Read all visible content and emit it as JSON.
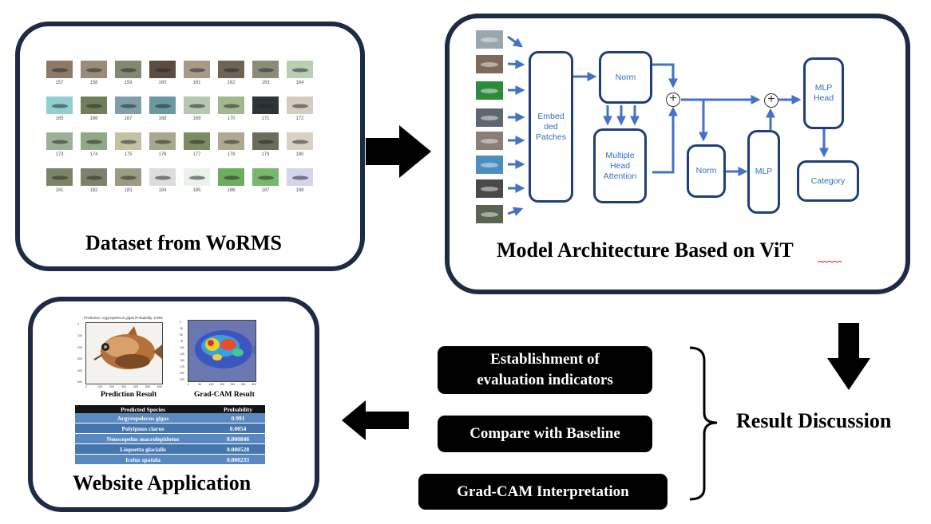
{
  "dataset": {
    "title": "Dataset from WoRMS",
    "images": [
      {
        "label": "157",
        "color": "#8c7a66"
      },
      {
        "label": "158",
        "color": "#9a8c7c"
      },
      {
        "label": "159",
        "color": "#7f8a70"
      },
      {
        "label": "160",
        "color": "#5c4c42"
      },
      {
        "label": "161",
        "color": "#a89a8a"
      },
      {
        "label": "162",
        "color": "#6e6456"
      },
      {
        "label": "163",
        "color": "#8a8c78"
      },
      {
        "label": "164",
        "color": "#b9cfb2"
      },
      {
        "label": "165",
        "color": "#8fcfcf"
      },
      {
        "label": "166",
        "color": "#6f7f5a"
      },
      {
        "label": "167",
        "color": "#7fa0a8"
      },
      {
        "label": "168",
        "color": "#6a9aa0"
      },
      {
        "label": "169",
        "color": "#b4c8b4"
      },
      {
        "label": "170",
        "color": "#a4b890"
      },
      {
        "label": "171",
        "color": "#2e3438"
      },
      {
        "label": "172",
        "color": "#d4ccc0"
      },
      {
        "label": "173",
        "color": "#9cb098"
      },
      {
        "label": "174",
        "color": "#8ea888"
      },
      {
        "label": "175",
        "color": "#c4c0a4"
      },
      {
        "label": "176",
        "color": "#a8a890"
      },
      {
        "label": "177",
        "color": "#7c8c60"
      },
      {
        "label": "178",
        "color": "#b0a890"
      },
      {
        "label": "179",
        "color": "#6c6c5c"
      },
      {
        "label": "180",
        "color": "#d8d2c4"
      },
      {
        "label": "181",
        "color": "#7c8468"
      },
      {
        "label": "182",
        "color": "#808070"
      },
      {
        "label": "183",
        "color": "#9c9c84"
      },
      {
        "label": "184",
        "color": "#dcdcdc"
      },
      {
        "label": "185",
        "color": "#eaf2ea"
      },
      {
        "label": "186",
        "color": "#6cae5c"
      },
      {
        "label": "187",
        "color": "#78b86c"
      },
      {
        "label": "188",
        "color": "#d4d4ec"
      }
    ]
  },
  "model": {
    "title": "Model Architecture Based on ViT",
    "patch_colors": [
      "#9aa6ae",
      "#7c6a5a",
      "#2c8c3c",
      "#606670",
      "#8a7e76",
      "#4a8ec2",
      "#4a4a4a",
      "#5a6450"
    ],
    "embed": "Embed ded Patches",
    "norm1": "Norm",
    "mha": "Multiple Head Attention",
    "norm2": "Norm",
    "mlp": "MLP",
    "mlp_head": "MLP Head",
    "category": "Category",
    "plus1": "+",
    "plus2": "+"
  },
  "website": {
    "title": "Website Application",
    "prediction_header": "Prediction: Argyropelecus gigas   Probability: 0.991",
    "prediction_label": "Prediction Result",
    "gradcam_label": "Grad-CAM Result",
    "table": {
      "headers": [
        "Predicted Species",
        "Probability"
      ],
      "rows": [
        [
          "Argyropelecus gigas",
          "0.991"
        ],
        [
          "Polyipnus clarus",
          "0.0054"
        ],
        [
          "Neoscopelus macrolepidotus",
          "0.000846"
        ],
        [
          "Liopsetta glacialis",
          "0.000528"
        ],
        [
          "Icelus spatula",
          "0.000233"
        ]
      ]
    },
    "pred_yticks": [
      "0",
      "100",
      "200",
      "300",
      "400",
      "500"
    ],
    "pred_xticks": [
      "0",
      "100",
      "200",
      "300",
      "400",
      "500",
      "600"
    ],
    "cam_yticks": [
      "0",
      "25",
      "50",
      "75",
      "100",
      "125",
      "150",
      "175",
      "200",
      "225"
    ],
    "cam_xticks": [
      "0",
      "50",
      "100",
      "150",
      "200",
      "250",
      "300"
    ]
  },
  "steps": {
    "s1": "Establishment of evaluation indicators",
    "s2": "Compare with Baseline",
    "s3": "Grad-CAM Interpretation"
  },
  "result": {
    "title": "Result Discussion"
  }
}
